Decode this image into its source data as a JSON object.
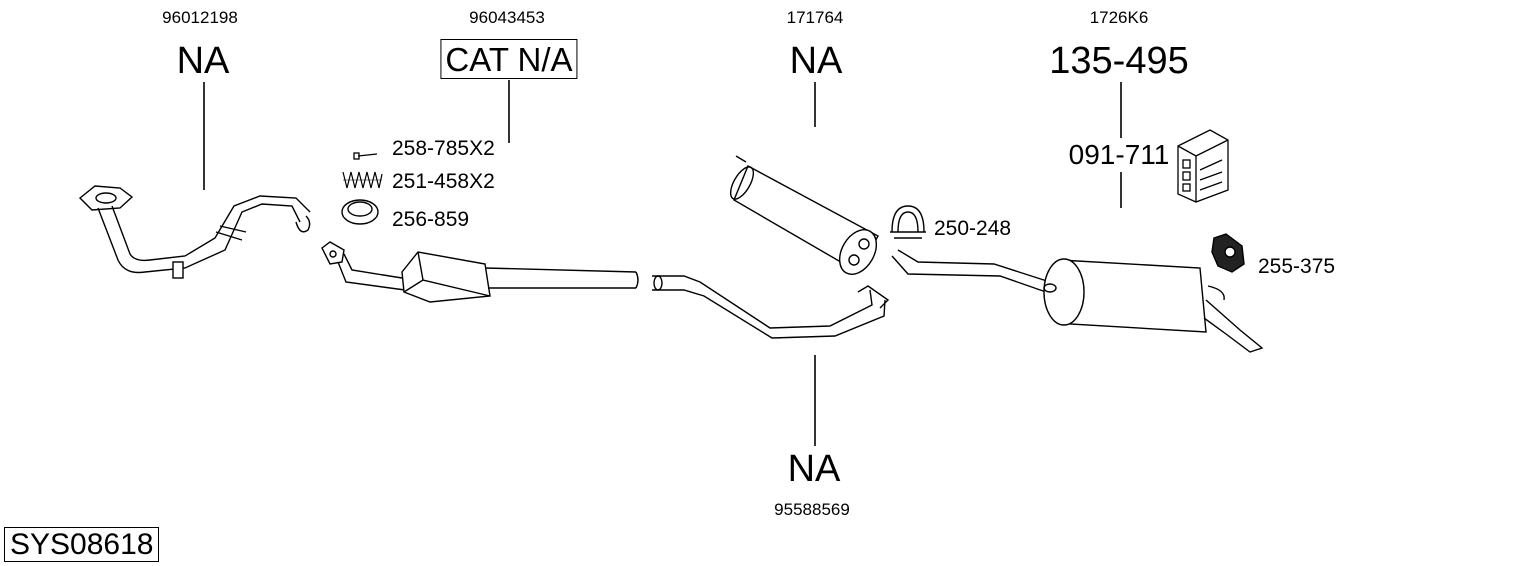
{
  "labels": {
    "oem_1": "96012198",
    "oem_2": "96043453",
    "oem_3": "171764",
    "oem_4": "1726K6",
    "oem_5": "95588569",
    "ref_1": "NA",
    "ref_2": "CAT N/A",
    "ref_3": "NA",
    "ref_4": "135-495",
    "ref_5": "NA",
    "part_bolt": "258-785X2",
    "part_spring": "251-458X2",
    "part_gasket": "256-859",
    "part_clamp": "250-248",
    "part_rubber": "255-375",
    "part_kit": "091-711",
    "system_id": "SYS08618"
  }
}
